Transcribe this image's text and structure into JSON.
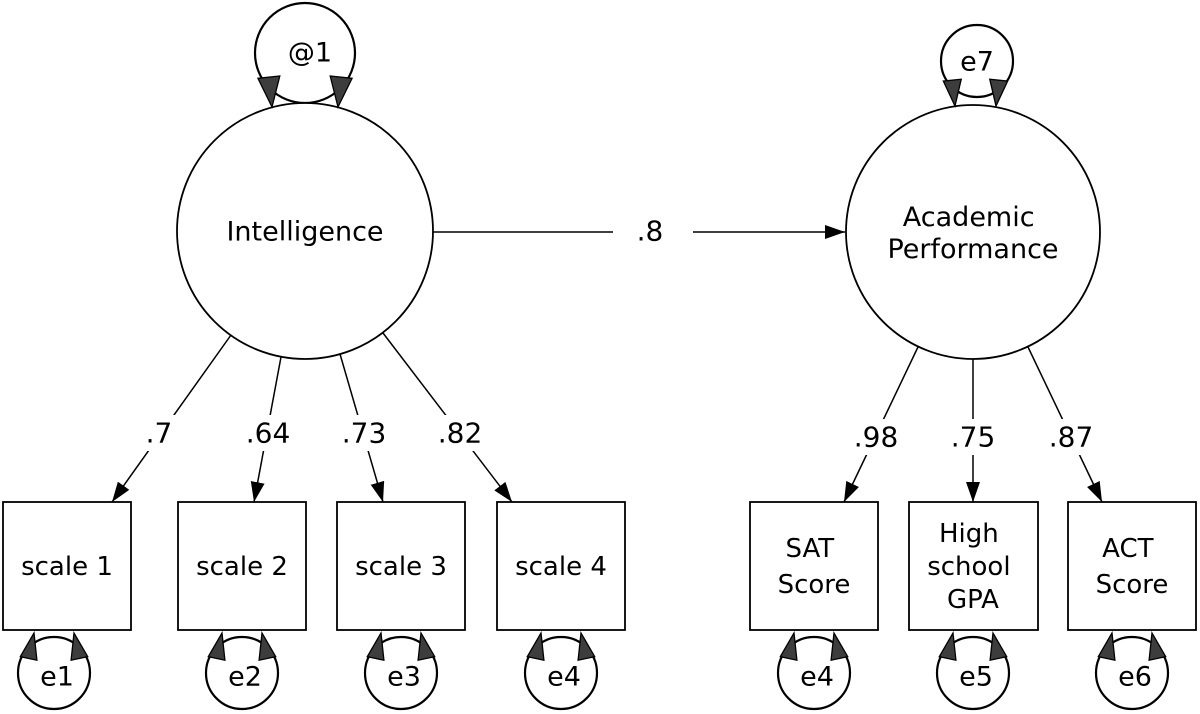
{
  "diagram": {
    "latent_variables": [
      {
        "id": "intelligence",
        "label_lines": [
          "Intelligence"
        ],
        "variance_label": "@1"
      },
      {
        "id": "academic-performance",
        "label_lines": [
          "Academic",
          "Performance"
        ],
        "variance_label": "e7"
      }
    ],
    "structural_path": {
      "coefficient": ".8"
    },
    "indicators_left": [
      {
        "label_lines": [
          "scale 1"
        ],
        "loading": ".7",
        "error_label": "e1"
      },
      {
        "label_lines": [
          "scale 2"
        ],
        "loading": ".64",
        "error_label": "e2"
      },
      {
        "label_lines": [
          "scale 3"
        ],
        "loading": ".73",
        "error_label": "e3"
      },
      {
        "label_lines": [
          "scale 4"
        ],
        "loading": ".82",
        "error_label": "e4"
      }
    ],
    "indicators_right": [
      {
        "label_lines": [
          "SAT",
          "Score"
        ],
        "loading": ".98",
        "error_label": "e4"
      },
      {
        "label_lines": [
          "High",
          "school",
          "GPA"
        ],
        "loading": ".75",
        "error_label": "e5"
      },
      {
        "label_lines": [
          "ACT",
          "Score"
        ],
        "loading": ".87",
        "error_label": "e6"
      }
    ],
    "colors": {
      "stroke": "#000000",
      "arrowhead_fill": "#3d3d3d",
      "background": "#ffffff"
    }
  }
}
